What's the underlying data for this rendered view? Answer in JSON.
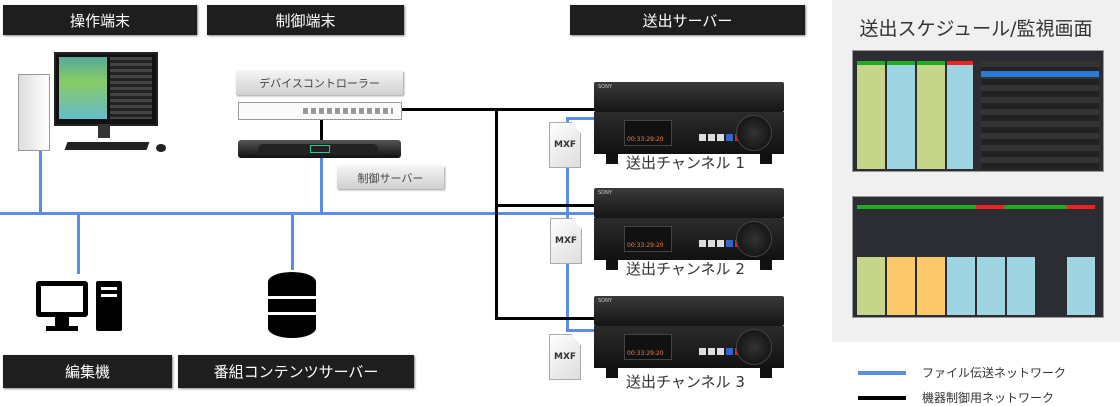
{
  "headers": {
    "operation_terminal": "操作端末",
    "control_terminal": "制御端末",
    "playout_server": "送出サーバー",
    "editor": "編集機",
    "content_server": "番組コンテンツサーバー"
  },
  "tags": {
    "device_controller": "デバイスコントローラー",
    "control_server": "制御サーバー"
  },
  "channels": [
    {
      "label": "送出チャンネル 1",
      "timecode": "00:33:29:20"
    },
    {
      "label": "送出チャンネル 2",
      "timecode": "00:33:29:20"
    },
    {
      "label": "送出チャンネル 3",
      "timecode": "00:33:29:20"
    }
  ],
  "device_brand": "SONY",
  "file_icon_label": "MXF",
  "panel": {
    "title": "送出スケジュール/監視画面"
  },
  "legend": [
    {
      "label": "ファイル伝送ネットワーク",
      "color": "#5b8ee0"
    },
    {
      "label": "機器制御用ネットワーク",
      "color": "#000000"
    }
  ]
}
